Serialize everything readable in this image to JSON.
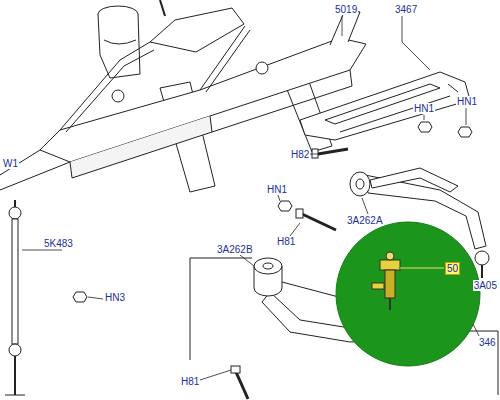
{
  "diagram": {
    "labels": [
      "5019",
      "3467",
      "HN1",
      "HN1",
      "H82",
      "W1",
      "HN1",
      "3A262A",
      "5K483",
      "H81",
      "3A262B",
      "50",
      "3A05",
      "HN3",
      "346",
      "H81"
    ]
  }
}
